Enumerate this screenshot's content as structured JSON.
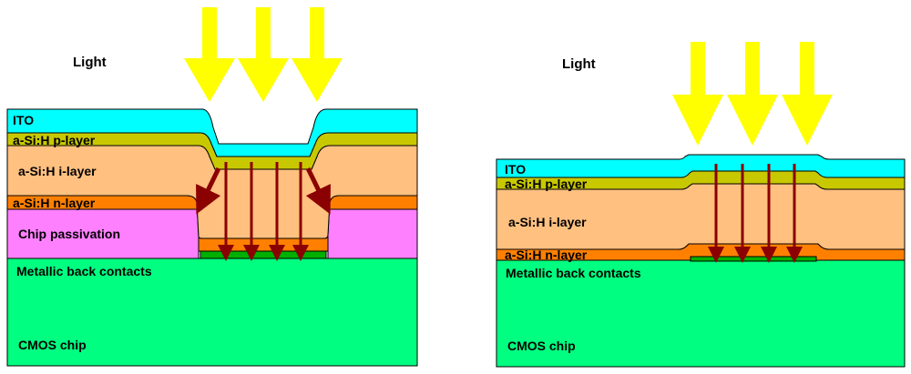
{
  "colors": {
    "ito": "#00FFFF",
    "p_layer": "#C8C800",
    "i_layer": "#FFC080",
    "n_layer": "#FF8000",
    "passivation": "#FF80FF",
    "back_contact": "#00B000",
    "cmos": "#00FF80",
    "light_arrow": "#FFFF00",
    "ray_arrow": "#8B0000"
  },
  "left_panel": {
    "light_label": "Light",
    "ito": "ITO",
    "p_layer": "a-Si:H p-layer",
    "i_layer": "a-Si:H i-layer",
    "n_layer": "a-Si:H n-layer",
    "passivation": "Chip passivation",
    "back_contacts": "Metallic back contacts",
    "cmos": "CMOS chip"
  },
  "right_panel": {
    "light_label": "Light",
    "ito": "ITO",
    "p_layer": "a-Si:H p-layer",
    "i_layer": "a-Si:H i-layer",
    "n_layer": "a-Si:H n-layer",
    "back_contacts": "Metallic back contacts",
    "cmos": "CMOS chip"
  }
}
